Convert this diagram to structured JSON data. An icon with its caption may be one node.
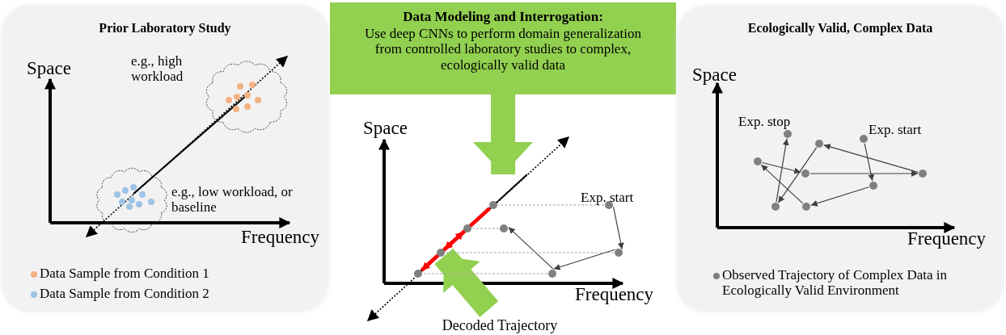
{
  "diagram": {
    "nodes": [
      {
        "text": [
          "Prior Laboratory Study"
        ]
      },
      {
        "text": [
          "Data Modeling and Interrogation:",
          "Use deep CNNs to perform domain generalization from controlled laboratory studies to complex, ecologically valid data"
        ]
      },
      {
        "text": [],
        "shape": "circle",
        "beside": [
          "Exp. start"
        ]
      },
      {
        "text": [],
        "shape": "circle"
      },
      {
        "text": [],
        "shape": "circle"
      },
      {
        "text": [],
        "shape": "circle"
      },
      {
        "text": [],
        "shape": "circle"
      },
      {
        "text": [],
        "shape": "circle"
      },
      {
        "text": [],
        "shape": "circle"
      },
      {
        "text": [],
        "shape": "circle"
      },
      {
        "text": [
          "Decoded Trajectory"
        ]
      },
      {
        "text": [
          "Ecologically Valid, Complex Data"
        ]
      },
      {
        "text": [],
        "shape": "circle",
        "in": 11,
        "beside": [
          "Exp. start"
        ]
      },
      {
        "text": [],
        "shape": "circle",
        "in": 11
      },
      {
        "text": [],
        "shape": "circle",
        "in": 11
      },
      {
        "text": [],
        "shape": "circle",
        "in": 11
      },
      {
        "text": [],
        "shape": "circle",
        "in": 11
      },
      {
        "text": [],
        "shape": "circle",
        "in": 11
      },
      {
        "text": [],
        "shape": "circle",
        "in": 11
      },
      {
        "text": [],
        "shape": "circle",
        "in": 11
      },
      {
        "text": [],
        "shape": "circle",
        "in": 11,
        "beside": [
          "Exp. stop"
        ]
      },
      {
        "text": [],
        "shape": "line"
      }
    ],
    "edges": [
      {
        "from": 1,
        "to": 21,
        "arrow": "to",
        "style": "thick",
        "color": "#92d050"
      },
      {
        "from": 10,
        "to": 8,
        "arrow": "to",
        "style": "thick",
        "color": "#92d050"
      },
      {
        "from": 2,
        "to": 3,
        "arrow": "to"
      },
      {
        "from": 3,
        "to": 4,
        "arrow": "to"
      },
      {
        "from": 4,
        "to": 5,
        "arrow": "to"
      },
      {
        "from": 6,
        "to": 8,
        "arrow": "to",
        "style": "thick",
        "color": "#ff0000"
      },
      {
        "from": 8,
        "to": 9,
        "arrow": "to",
        "style": "thick",
        "color": "#ff0000"
      },
      {
        "from": 9,
        "to": 7,
        "arrow": "to",
        "style": "thick",
        "color": "#ff0000"
      },
      {
        "from": 2,
        "to": 6,
        "arrow": "none",
        "style": "dashed",
        "color": "#a6a6a6"
      },
      {
        "from": 5,
        "to": 7,
        "arrow": "none",
        "style": "dashed",
        "color": "#a6a6a6"
      },
      {
        "from": 3,
        "to": 8,
        "arrow": "none",
        "style": "dashed",
        "color": "#a6a6a6"
      },
      {
        "from": 4,
        "to": 9,
        "arrow": "none",
        "style": "dashed",
        "color": "#a6a6a6"
      },
      {
        "from": 12,
        "to": 13,
        "arrow": "to"
      },
      {
        "from": 13,
        "to": 14,
        "arrow": "to"
      },
      {
        "from": 14,
        "to": 15,
        "arrow": "to"
      },
      {
        "from": 15,
        "to": 16,
        "arrow": "to"
      },
      {
        "from": 16,
        "to": 17,
        "arrow": "to"
      },
      {
        "from": 17,
        "to": 18,
        "arrow": "to"
      },
      {
        "from": 18,
        "to": 19,
        "arrow": "to"
      },
      {
        "from": 19,
        "to": 20,
        "arrow": "to"
      }
    ],
    "labels": [
      "Space",
      "e.g., high workload",
      "e.g., low workload, or baseline",
      "Frequency",
      "Space",
      "Frequency",
      "Space",
      "Frequency"
    ],
    "legend": [
      {
        "text": "Data Sample from Condition 1",
        "color": "#f4b183"
      },
      {
        "text": "Data Sample from Condition 2",
        "color": "#9dc3e6"
      },
      {
        "text": "Observed Trajectory of Complex Data in Ecologically Valid Environment",
        "color": "#7f7f7f"
      }
    ]
  }
}
